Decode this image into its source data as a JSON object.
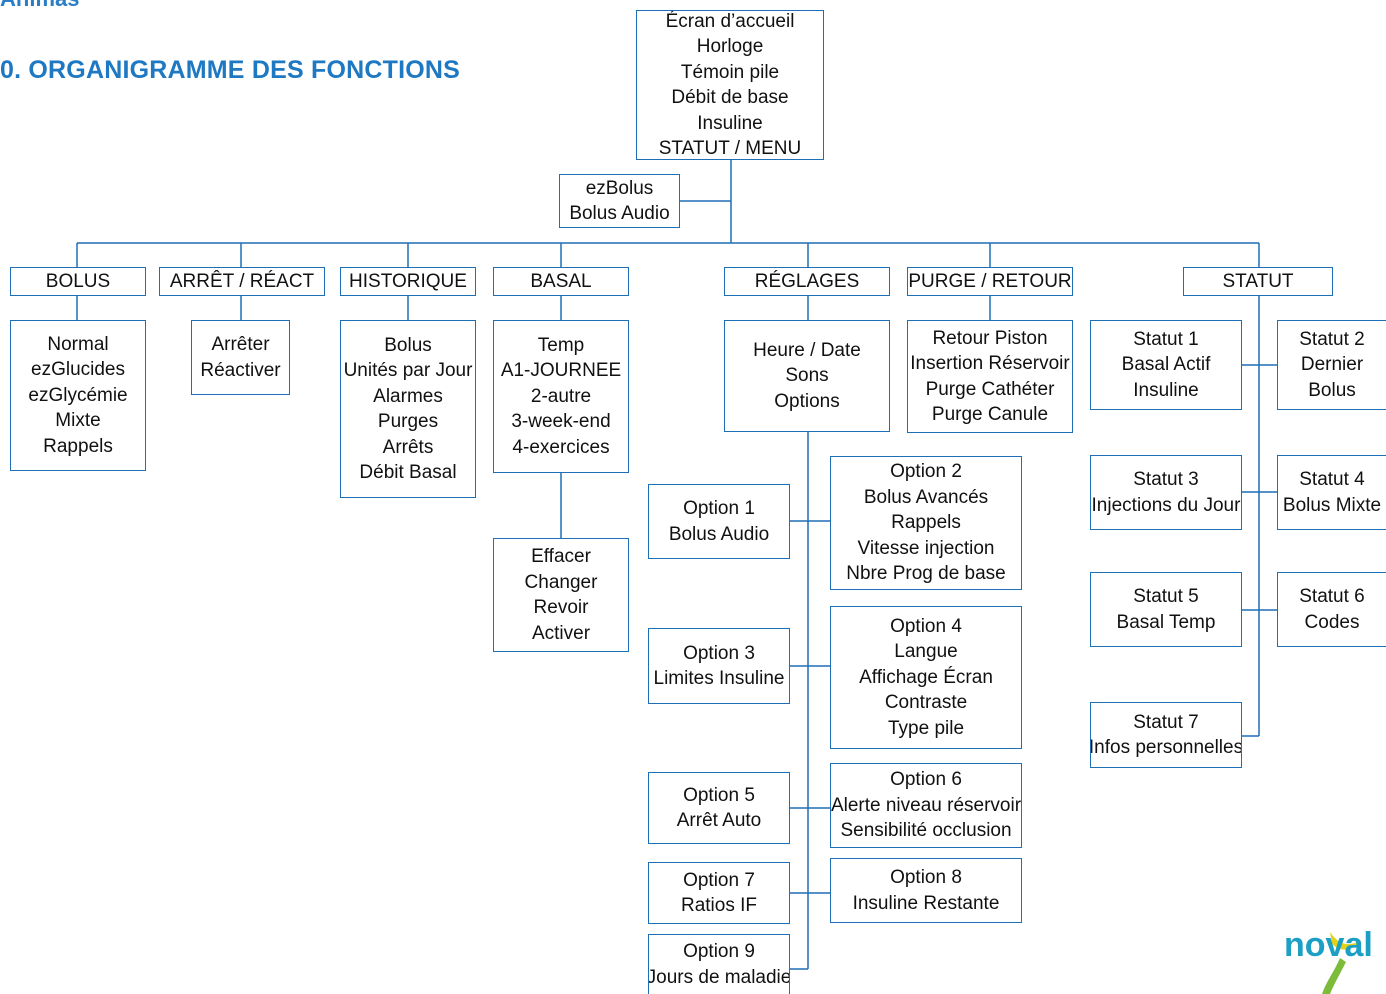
{
  "header": {
    "section_label": "Animas",
    "title": "0. ORGANIGRAMME DES FONCTIONS"
  },
  "nodes": {
    "accueil": [
      "Écran d’accueil",
      "Horloge",
      "Témoin pile",
      "Débit de base",
      "Insuline",
      "STATUT / MENU"
    ],
    "ezbolus": [
      "ezBolus",
      "Bolus Audio"
    ],
    "bolus": [
      "BOLUS"
    ],
    "arret": [
      "ARRÊT / RÉACT"
    ],
    "historique": [
      "HISTORIQUE"
    ],
    "basal": [
      "BASAL"
    ],
    "reglages": [
      "RÉGLAGES"
    ],
    "purge": [
      "PURGE / RETOUR"
    ],
    "statut": [
      "STATUT"
    ],
    "bolus_sub": [
      "Normal",
      "ezGlucides",
      "ezGlycémie",
      "Mixte",
      "Rappels"
    ],
    "arret_sub": [
      "Arrêter",
      "Réactiver"
    ],
    "historique_sub": [
      "Bolus",
      "Unités par Jour",
      "Alarmes",
      "Purges",
      "Arrêts",
      "Débit Basal"
    ],
    "basal_sub": [
      "Temp",
      "A1-JOURNEE",
      "2-autre",
      "3-week-end",
      "4-exercices"
    ],
    "basal_sub2": [
      "Effacer",
      "Changer",
      "Revoir",
      "Activer"
    ],
    "reglages_sub": [
      "Heure / Date",
      "Sons",
      "Options"
    ],
    "purge_sub": [
      "Retour Piston",
      "Insertion Réservoir",
      "Purge Cathéter",
      "Purge Canule"
    ],
    "option1": [
      "Option 1",
      "Bolus Audio"
    ],
    "option2": [
      "Option 2",
      "Bolus Avancés",
      "Rappels",
      "Vitesse injection",
      "Nbre Prog de base"
    ],
    "option3": [
      "Option 3",
      "Limites Insuline"
    ],
    "option4": [
      "Option 4",
      "Langue",
      "Affichage Écran",
      "Contraste",
      "Type pile"
    ],
    "option5": [
      "Option 5",
      "Arrêt Auto"
    ],
    "option6": [
      "Option 6",
      "Alerte niveau réservoir",
      "Sensibilité occlusion"
    ],
    "option7": [
      "Option 7",
      "Ratios IF"
    ],
    "option8": [
      "Option 8",
      "Insuline Restante"
    ],
    "option9": [
      "Option 9",
      "Jours de maladie"
    ],
    "statut1": [
      "Statut 1",
      "Basal Actif",
      "Insuline"
    ],
    "statut2": [
      "Statut 2",
      "Dernier",
      "Bolus"
    ],
    "statut3": [
      "Statut 3",
      "Injections du Jour"
    ],
    "statut4": [
      "Statut 4",
      "Bolus Mixte"
    ],
    "statut5": [
      "Statut 5",
      "Basal Temp"
    ],
    "statut6": [
      "Statut 6",
      "Codes"
    ],
    "statut7": [
      "Statut 7",
      "Infos personnelles"
    ]
  },
  "logo": {
    "text": "noval"
  },
  "colors": {
    "title_blue": "#1e78c2",
    "line_blue": "#1e6fb5",
    "logo_teal": "#1b9fc4",
    "logo_yellow": "#e2d21a",
    "logo_green": "#7dbb3b"
  }
}
